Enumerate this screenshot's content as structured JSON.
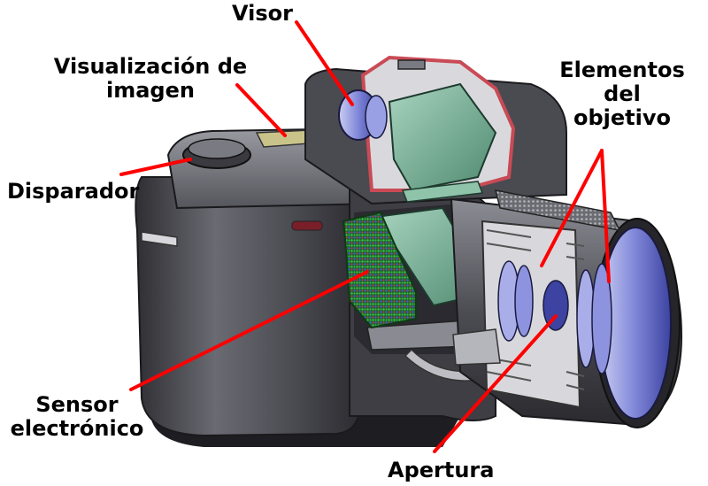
{
  "labels": {
    "visor": "Visor",
    "visualizacion_line1": "Visualización de",
    "visualizacion_line2": "imagen",
    "disparador": "Disparador",
    "elementos_line1": "Elementos",
    "elementos_line2": "del",
    "elementos_line3": "objetivo",
    "sensor_line1": "Sensor",
    "sensor_line2": "electrónico",
    "apertura": "Apertura"
  },
  "colors": {
    "leader_line": "#ff0000",
    "body_dark": "#3a3a3f",
    "body_mid": "#5c5c63",
    "body_light": "#8a8a92",
    "lens_glass": "#7f86d8",
    "mirror_green": "#6fa88e",
    "housing_pink": "#c94a55",
    "sensor_grid": "#2f8f3a"
  }
}
